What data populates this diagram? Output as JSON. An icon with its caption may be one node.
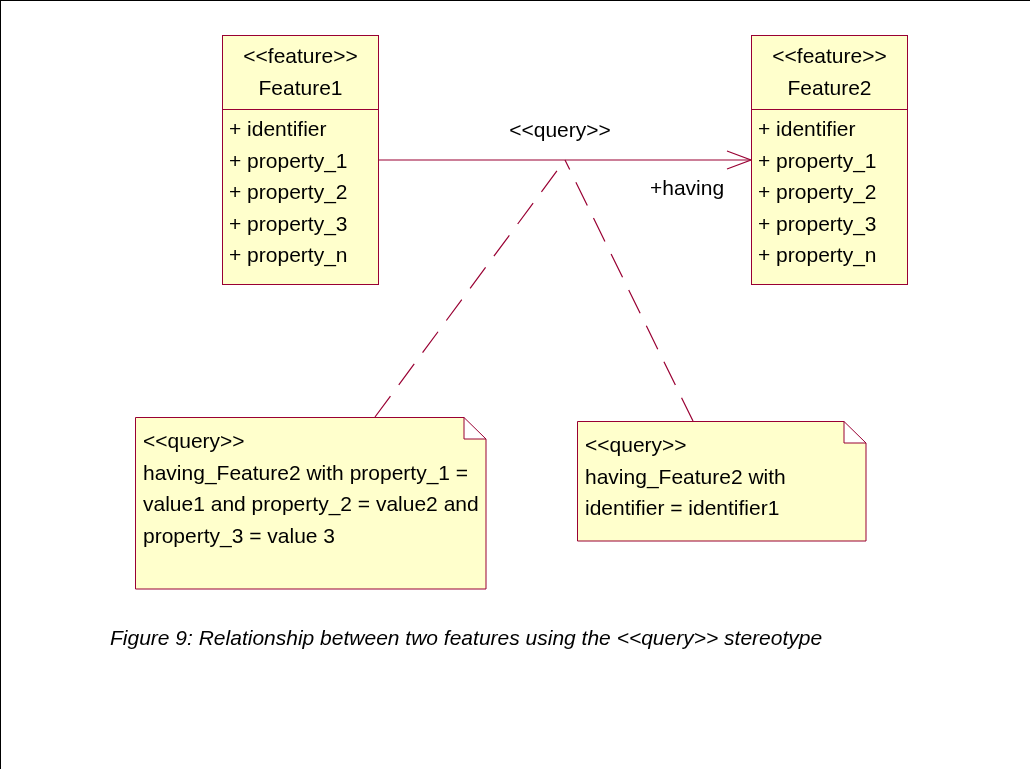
{
  "diagram": {
    "caption": "Figure 9: Relationship between two features using the <<query>> stereotype",
    "nodes": [
      {
        "text": [
          "<<feature>>",
          "Feature1",
          "+ identifier",
          "+ property_1",
          "+ property_2",
          "+ property_3",
          "+ property_n"
        ]
      },
      {
        "text": [
          "<<feature>>",
          "Feature2",
          "+ identifier",
          "+ property_1",
          "+ property_2",
          "+ property_3",
          "+ property_n"
        ]
      },
      {
        "text": [
          "<<query>>",
          "having_Feature2 with property_1 = value1 and property_2 = value2 and property_3 = value 3"
        ]
      },
      {
        "text": [
          "<<query>>",
          "having_Feature2 with identifier = identifier1"
        ]
      }
    ],
    "edges": [
      {
        "from": 0,
        "to": 1,
        "arrow": "to",
        "label": "<<query>>"
      },
      {
        "from": 2,
        "to": null,
        "arrow": "none",
        "style": "dashed"
      },
      {
        "from": 3,
        "to": null,
        "arrow": "none",
        "style": "dashed"
      }
    ],
    "labels": [
      "+having"
    ]
  }
}
